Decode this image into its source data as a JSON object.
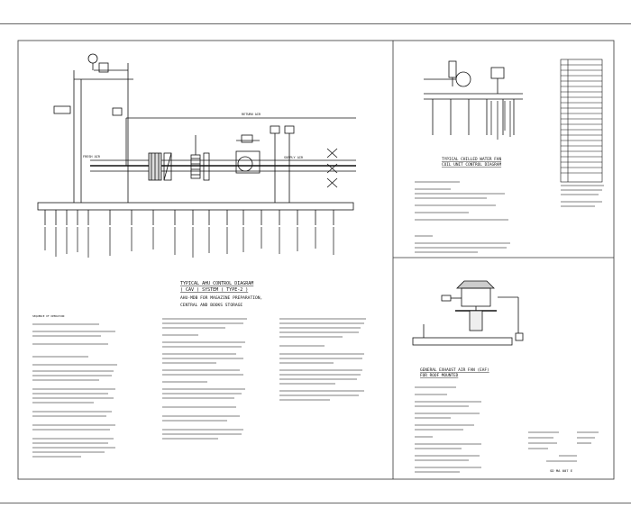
{
  "drawing": {
    "title_main": {
      "line1": "TYPICAL AHU CONTROL DIAGRAM",
      "line2": "( CAV ) SYSTEM ( TYPE-2 )",
      "line3": "AHU-MDB FOR MAGAZINE PREPARATION,",
      "line4": "CENTRAL AND BOOKS STORAGE"
    },
    "title_fcu": {
      "line1": "TYPICAL CHILLED WATER FAN",
      "line2": "COIL UNIT CONTROL DIAGRAM"
    },
    "title_eaf": {
      "line1": "GENERAL EXHAUST AIR FAN (EAF)",
      "line2": "FOR ROOF MOUNTED"
    },
    "labels": {
      "return_air": "RETURN AIR",
      "supply_air": "SUPPLY AIR",
      "fresh_air": "FRESH AIR",
      "seq_heading": "SEQUENCE OF OPERATION"
    },
    "title_block": {
      "sheet_no": "SD MA 007 E"
    },
    "colors": {
      "line": "#111111",
      "text_faint": "#555555",
      "frame": "#666666"
    }
  }
}
